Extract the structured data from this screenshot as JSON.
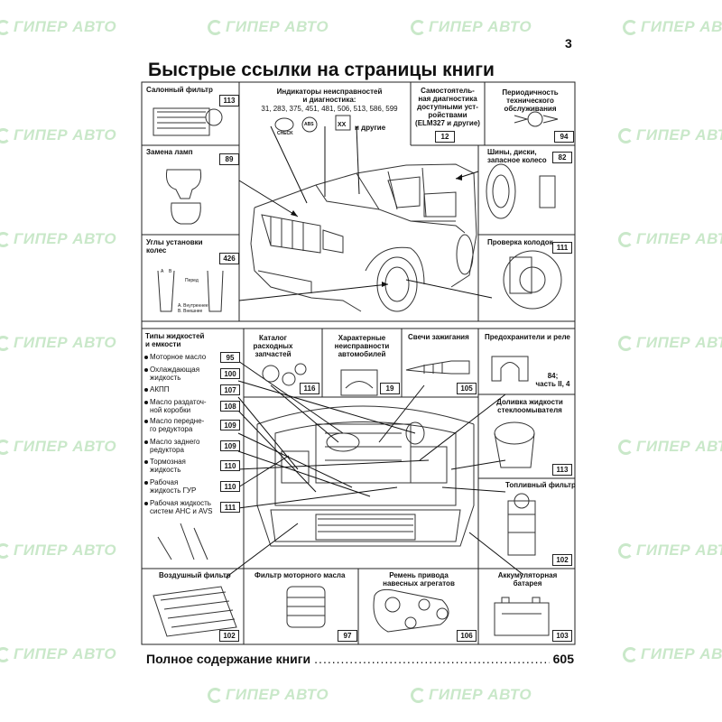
{
  "watermark": {
    "text": "ГИПЕР АВТО"
  },
  "page": {
    "number": "3",
    "title": "Быстрые ссылки на страницы книги"
  },
  "top_row": {
    "cabin_filter": {
      "label": "Салонный фильтр",
      "page": "113"
    },
    "indicators": {
      "label_line1": "Индикаторы неисправностей",
      "label_line2": "и диагностика:",
      "pages": "31, 283, 375, 451, 481, 506, 513, 586, 599",
      "and_others": "и другие",
      "check_text": "CHECK",
      "abs_text": "ABS",
      "diag_text": "XX"
    },
    "self_diag": {
      "label_line1": "Самостоятель-",
      "label_line2": "ная диагностика",
      "label_line3": "доступными уст-",
      "label_line4": "ройствами",
      "label_line5": "(ELM327 и другие)",
      "page": "12"
    },
    "maintenance": {
      "label_line1": "Периодичность",
      "label_line2": "технического",
      "label_line3": "обслуживания",
      "page": "94"
    }
  },
  "left_col": {
    "lamps": {
      "label": "Замена ламп",
      "page": "89"
    },
    "wheel_angles": {
      "label_line1": "Углы установки",
      "label_line2": "колес",
      "page": "426",
      "a_label": "A",
      "b_label": "B",
      "front": "Перед",
      "inner": "A. Внутреннее",
      "outer": "B. Внешнее"
    }
  },
  "right_col": {
    "tires": {
      "label_line1": "Шины, диски,",
      "label_line2": "запасное колесо",
      "page": "82"
    },
    "brakes": {
      "label": "Проверка колодок",
      "page": "111"
    }
  },
  "middle_row": {
    "catalog": {
      "label_line1": "Каталог",
      "label_line2": "расходных",
      "label_line3": "запчастей",
      "page": "116"
    },
    "faults": {
      "label_line1": "Характерные",
      "label_line2": "неисправности",
      "label_line3": "автомобилей",
      "page": "19"
    },
    "spark_plugs": {
      "label": "Свечи зажигания",
      "page": "105"
    },
    "fuses": {
      "label": "Предохранители и реле",
      "page_line1": "84;",
      "page_line2": "часть II, 4"
    }
  },
  "fluids": {
    "title_line1": "Типы жидкостей",
    "title_line2": "и емкости",
    "items": [
      {
        "line1": "Моторное масло",
        "line2": "",
        "page": "95"
      },
      {
        "line1": "Охлаждающая",
        "line2": "жидкость",
        "page": "100"
      },
      {
        "line1": "АКПП",
        "line2": "",
        "page": "107"
      },
      {
        "line1": "Масло раздаточ-",
        "line2": "ной коробки",
        "page": "108"
      },
      {
        "line1": "Масло передне-",
        "line2": "го редуктора",
        "page": "109"
      },
      {
        "line1": "Масло заднего",
        "line2": "редуктора",
        "page": "109"
      },
      {
        "line1": "Тормозная",
        "line2": "жидкость",
        "page": "110"
      },
      {
        "line1": "Рабочая",
        "line2": "жидкость ГУР",
        "page": "110"
      },
      {
        "line1": "Рабочая жидкость",
        "line2": "систем AHC и AVS",
        "page": "111"
      }
    ]
  },
  "right_lower": {
    "washer": {
      "label_line1": "Доливка жидкости",
      "label_line2": "стеклоомывателя",
      "page": "113"
    },
    "fuel_filter": {
      "label": "Топливный фильтр",
      "page": "102"
    }
  },
  "bottom_row": {
    "air_filter": {
      "label": "Воздушный фильтр",
      "page": "102"
    },
    "oil_filter": {
      "label": "Фильтр моторного масла",
      "page": "97"
    },
    "belt": {
      "label_line1": "Ремень привода",
      "label_line2": "навесных агрегатов",
      "page": "106"
    },
    "battery": {
      "label_line1": "Аккумуляторная",
      "label_line2": "батарея",
      "page": "103"
    }
  },
  "footer": {
    "label": "Полное содержание книги",
    "page": "605"
  },
  "colors": {
    "ink": "#111111",
    "watermark": "#c9e8c9",
    "background": "#ffffff"
  }
}
